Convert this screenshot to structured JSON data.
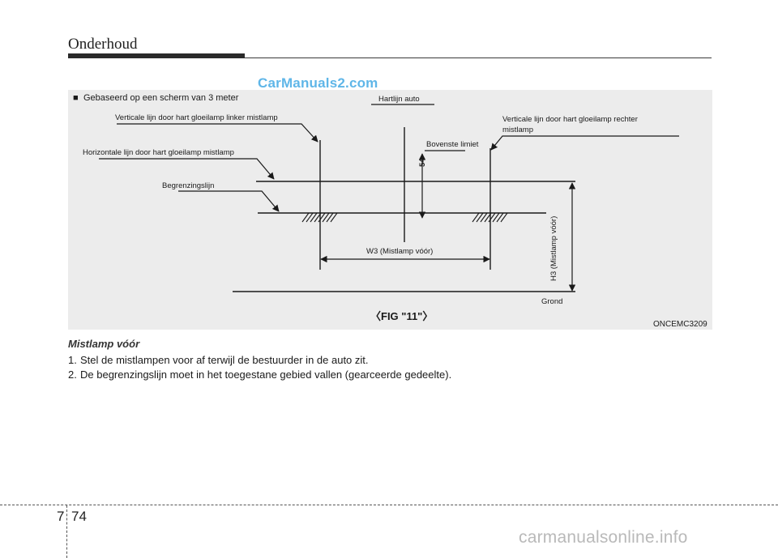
{
  "header": {
    "title": "Onderhoud"
  },
  "watermark_top": "CarManuals2.com",
  "figure": {
    "note_marker": "■",
    "note_text": "Gebaseerd op een scherm van 3 meter",
    "labels": {
      "hartlijn": "Hartlijn auto",
      "vertical_left": "Verticale lijn door hart gloeilamp linker mistlamp",
      "vertical_right_line1": "Verticale lijn door hart gloeilamp rechter",
      "vertical_right_line2": "mistlamp",
      "horizontal": "Horizontale lijn door hart gloeilamp mistlamp",
      "bovenste": "Bovenste limiet",
      "begrenzing": "Begrenzingslijn",
      "dim_54": "54",
      "w3": "W3 (Mistlamp vóór)",
      "h3": "H3 (Mistlamp vóór)",
      "grond": "Grond"
    },
    "caption": "〈FIG \"11\"〉",
    "code": "ONCEMC3209"
  },
  "content": {
    "heading": "Mistlamp vóór",
    "steps": [
      {
        "num": "1.",
        "text": "Stel de mistlampen voor af terwijl de bestuurder in de auto zit."
      },
      {
        "num": "2.",
        "text": "De begrenzingslijn moet in het toegestane gebied vallen (gearceerde gedeelte)."
      }
    ]
  },
  "footer": {
    "chapter": "7",
    "page": "74",
    "watermark": "carmanualsonline.info"
  }
}
